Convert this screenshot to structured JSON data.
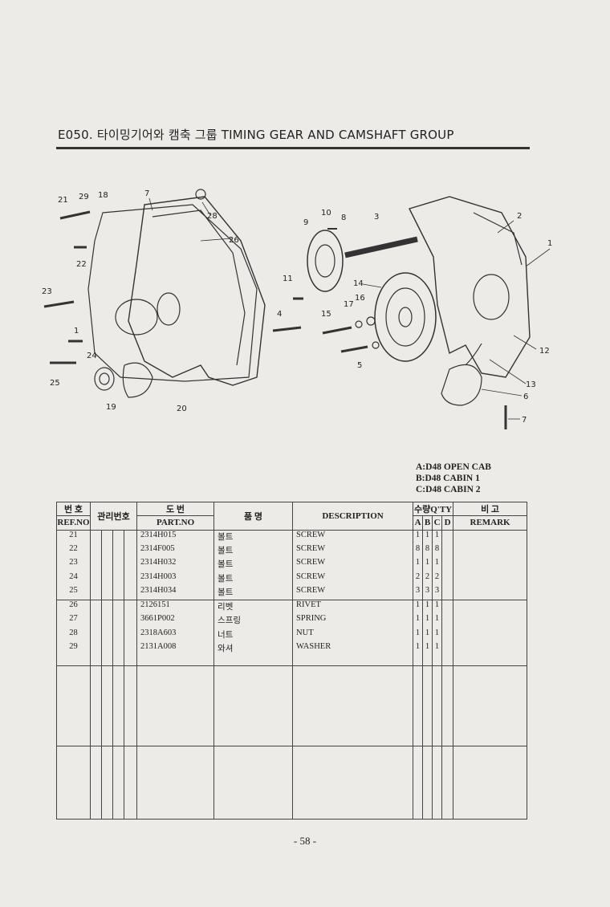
{
  "title": "E050. 타이밍기어와 캠축 그룹 TIMING GEAR AND CAMSHAFT GROUP",
  "legend": [
    "A:D48 OPEN CAB",
    "B:D48 CABIN 1",
    "C:D48 CABIN 2"
  ],
  "callouts": [
    "21",
    "29",
    "18",
    "7",
    "28",
    "26",
    "22",
    "23",
    "1",
    "24",
    "25",
    "19",
    "20",
    "10",
    "8",
    "3",
    "9",
    "2",
    "1",
    "11",
    "14",
    "16",
    "17",
    "4",
    "15",
    "5",
    "12",
    "13",
    "6",
    "7"
  ],
  "table": {
    "h_ref_ko": "번 호",
    "h_ref_en": "REF.NO",
    "h_mgmt_ko": "관리번호",
    "h_part_ko": "도   번",
    "h_part_en": "PART.NO",
    "h_name_ko": "품      명",
    "h_desc_en": "DESCRIPTION",
    "h_qty": "수량Q'TY",
    "h_a": "A",
    "h_b": "B",
    "h_c": "C",
    "h_d": "D",
    "h_remark_ko": "비   고",
    "h_remark_en": "REMARK",
    "rows": [
      {
        "ref": "21",
        "part": "2314H015",
        "name": "볼트",
        "desc": "SCREW",
        "a": "1",
        "b": "1",
        "c": "1",
        "d": ""
      },
      {
        "ref": "22",
        "part": "2314F005",
        "name": "볼트",
        "desc": "SCREW",
        "a": "8",
        "b": "8",
        "c": "8",
        "d": ""
      },
      {
        "ref": "23",
        "part": "2314H032",
        "name": "볼트",
        "desc": "SCREW",
        "a": "1",
        "b": "1",
        "c": "1",
        "d": ""
      },
      {
        "ref": "24",
        "part": "2314H003",
        "name": "볼트",
        "desc": "SCREW",
        "a": "2",
        "b": "2",
        "c": "2",
        "d": ""
      },
      {
        "ref": "25",
        "part": "2314H034",
        "name": "볼트",
        "desc": "SCREW",
        "a": "3",
        "b": "3",
        "c": "3",
        "d": ""
      },
      {
        "ref": "26",
        "part": "2126151",
        "name": "리벳",
        "desc": "RIVET",
        "a": "1",
        "b": "1",
        "c": "1",
        "d": ""
      },
      {
        "ref": "27",
        "part": "3661P002",
        "name": "스프링",
        "desc": "SPRING",
        "a": "1",
        "b": "1",
        "c": "1",
        "d": ""
      },
      {
        "ref": "28",
        "part": "2318A603",
        "name": "너트",
        "desc": "NUT",
        "a": "1",
        "b": "1",
        "c": "1",
        "d": ""
      },
      {
        "ref": "29",
        "part": "2131A008",
        "name": "와셔",
        "desc": "WASHER",
        "a": "1",
        "b": "1",
        "c": "1",
        "d": ""
      }
    ]
  },
  "page_number": "- 58 -"
}
